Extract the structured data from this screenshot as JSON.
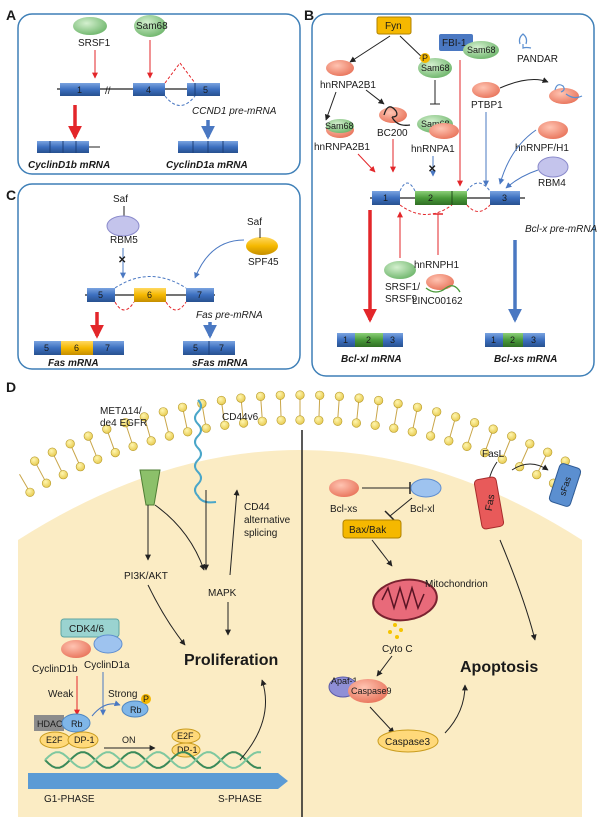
{
  "panels": {
    "a": "A",
    "b": "B",
    "c": "C",
    "d": "D"
  },
  "panel_a": {
    "srsf1": "SRSF1",
    "sam68": "Sam68",
    "exons": [
      "1",
      "4",
      "5"
    ],
    "pre_mrna": "CCND1 pre-mRNA",
    "mrna_b": "CyclinD1b mRNA",
    "mrna_a": "CyclinD1a mRNA"
  },
  "panel_b": {
    "fyn": "Fyn",
    "fbi1": "FBI-1",
    "sam68": "Sam68",
    "pandar": "PANDAR",
    "p": "P",
    "hnrnpa2b1": "hnRNPA2B1",
    "bc200": "BC200",
    "hnrnpa1": "hnRNPA1",
    "ptbp1": "PTBP1",
    "hnrnpfh1": "hnRNPF/H1",
    "rbm4": "RBM4",
    "exons": [
      "1",
      "2",
      "3"
    ],
    "pre_mrna": "Bcl-x pre-mRNA",
    "srsf19_a": "SRSF1/",
    "srsf19_b": "SRSF9",
    "hnrnph1": "hnRNPH1",
    "linc": "LINC00162",
    "mrna_xl": "Bcl-xl mRNA",
    "mrna_xs": "Bcl-xs mRNA"
  },
  "panel_c": {
    "saf": "Saf",
    "rbm5": "RBM5",
    "spf45": "SPF45",
    "exons": [
      "5",
      "6",
      "7"
    ],
    "pre_mrna": "Fas pre-mRNA",
    "mrna_fas": "Fas mRNA",
    "mrna_sfas": "sFas mRNA"
  },
  "panel_d": {
    "met_a": "METΔ14/",
    "met_b": "de4 EGFR",
    "cd44v6": "CD44v6",
    "cd44_a": "CD44",
    "cd44_b": "alternative",
    "cd44_c": "splicing",
    "pi3k": "PI3K/AKT",
    "mapk": "MAPK",
    "cdk": "CDK4/6",
    "cyclin_b": "CyclinD1b",
    "cyclin_a": "CyclinD1a",
    "weak": "Weak",
    "strong": "Strong",
    "proliferation": "Proliferation",
    "hdac": "HDAC",
    "rb": "Rb",
    "e2f": "E2F",
    "dp1": "DP-1",
    "p": "P",
    "on": "ON",
    "g1": "G1-PHASE",
    "s": "S-PHASE",
    "fasl": "FasL",
    "fas": "Fas",
    "sfas": "sFas",
    "bclxs": "Bcl-xs",
    "bclxl": "Bcl-xl",
    "baxbak": "Bax/Bak",
    "mito": "Mitochondrion",
    "cytoc": "Cyto C",
    "apaf": "Apaf-1",
    "casp9": "Caspase9",
    "casp3": "Caspase3",
    "apoptosis": "Apoptosis"
  },
  "colors": {
    "red": "#e3262a",
    "blue": "#4a78c2",
    "exon_blue": "#3c6fbf",
    "exon_yellow": "#f5b800",
    "exon_green": "#4a9a3a",
    "protein_salmon": "#f0927a",
    "protein_green": "#8ec78a",
    "cell_fill": "#fbecc4",
    "panel_border": "#3e7fb7"
  }
}
